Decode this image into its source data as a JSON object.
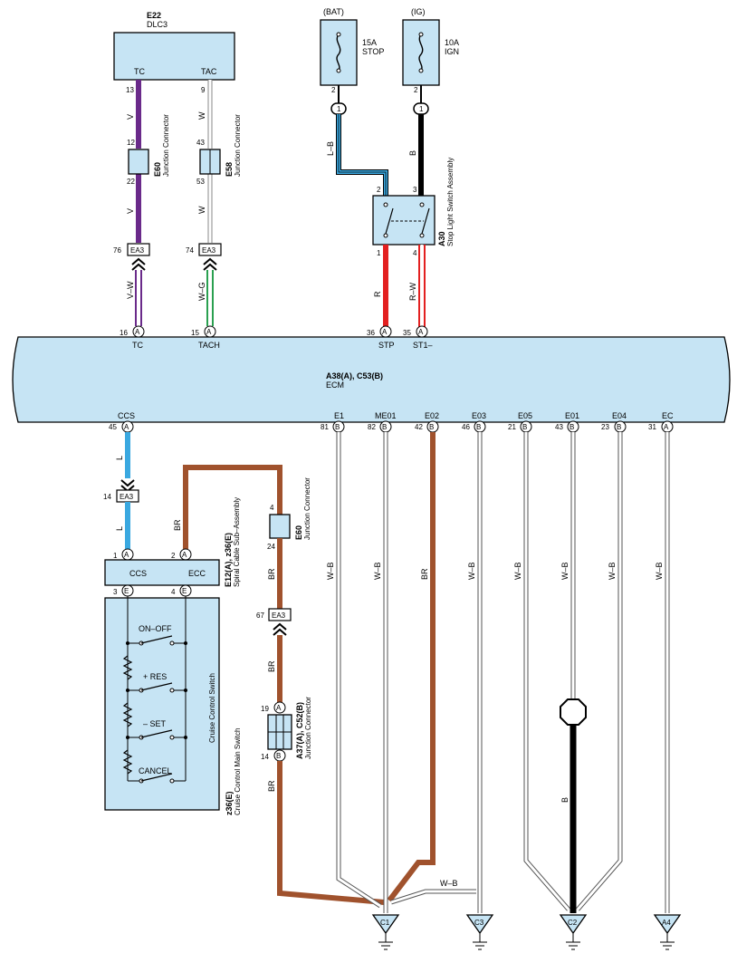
{
  "dlc3": {
    "code": "E22",
    "name": "DLC3",
    "pin_tc": "TC",
    "pin_tac": "TAC",
    "tc_num": "13",
    "tac_num": "9"
  },
  "junction_e60_top": {
    "code": "E60",
    "text": "Junction Connector",
    "pin_in": "12",
    "pin_out": "22"
  },
  "junction_e58": {
    "code": "E58",
    "text": "Junction Connector",
    "pin_in": "43",
    "pin_out": "53"
  },
  "fuse_stop": {
    "source": "(BAT)",
    "rating": "15A",
    "name": "STOP",
    "pin": "2",
    "connector": "1"
  },
  "fuse_ign": {
    "source": "(IG)",
    "rating": "10A",
    "name": "IGN",
    "pin": "2",
    "connector": "1"
  },
  "stop_switch": {
    "code": "A30",
    "text": "Stop Light Switch Assembly",
    "pins": [
      "2",
      "3",
      "1",
      "4"
    ]
  },
  "ea3": {
    "label": "EA3",
    "pins": [
      "76",
      "74",
      "14",
      "67"
    ]
  },
  "wires": {
    "v": "V",
    "w": "W",
    "vw": "V–W",
    "wg": "W–G",
    "lb": "L–B",
    "b": "B",
    "r": "R",
    "rw": "R–W",
    "l": "L",
    "br": "BR",
    "wb": "W–B"
  },
  "ecm": {
    "code": "A38(A), C53(B)",
    "name": "ECM",
    "top_pins": [
      {
        "num": "16",
        "conn": "A",
        "name": "TC"
      },
      {
        "num": "15",
        "conn": "A",
        "name": "TACH"
      },
      {
        "num": "36",
        "conn": "A",
        "name": "STP"
      },
      {
        "num": "35",
        "conn": "A",
        "name": "ST1–"
      }
    ],
    "bottom_pins": [
      {
        "num": "45",
        "conn": "A",
        "name": "CCS"
      },
      {
        "num": "81",
        "conn": "B",
        "name": "E1"
      },
      {
        "num": "82",
        "conn": "B",
        "name": "ME01"
      },
      {
        "num": "42",
        "conn": "B",
        "name": "E02"
      },
      {
        "num": "46",
        "conn": "B",
        "name": "E03"
      },
      {
        "num": "21",
        "conn": "B",
        "name": "E05"
      },
      {
        "num": "43",
        "conn": "B",
        "name": "E01"
      },
      {
        "num": "23",
        "conn": "B",
        "name": "E04"
      },
      {
        "num": "31",
        "conn": "A",
        "name": "EC"
      }
    ]
  },
  "spiral": {
    "code": "E12(A), z36(E)",
    "text": "Spiral Cable Sub–Assembly",
    "pin_ccs": "CCS",
    "pin_ecc": "ECC",
    "top_pins": [
      {
        "num": "1",
        "conn": "A"
      },
      {
        "num": "2",
        "conn": "A"
      }
    ],
    "bottom_pins": [
      {
        "num": "3",
        "conn": "E"
      },
      {
        "num": "4",
        "conn": "E"
      }
    ]
  },
  "cruise_switch": {
    "code": "z36(E)",
    "text": "Cruise Control Main Switch",
    "inner_text": "Cruise Control Switch",
    "switches": [
      "ON–OFF",
      "+ RES",
      "– SET",
      "CANCEL"
    ]
  },
  "junction_e60_mid": {
    "code": "E60",
    "text": "Junction Connector",
    "pin_in": "4",
    "pin_out": "24"
  },
  "junction_a37": {
    "code": "A37(A), C52(B)",
    "text": "Junction Connector",
    "pin_top": "19",
    "conn_top": "A",
    "pin_bot": "14",
    "conn_bot": "B"
  },
  "grounds": [
    "C1",
    "C3",
    "C2",
    "A4"
  ]
}
